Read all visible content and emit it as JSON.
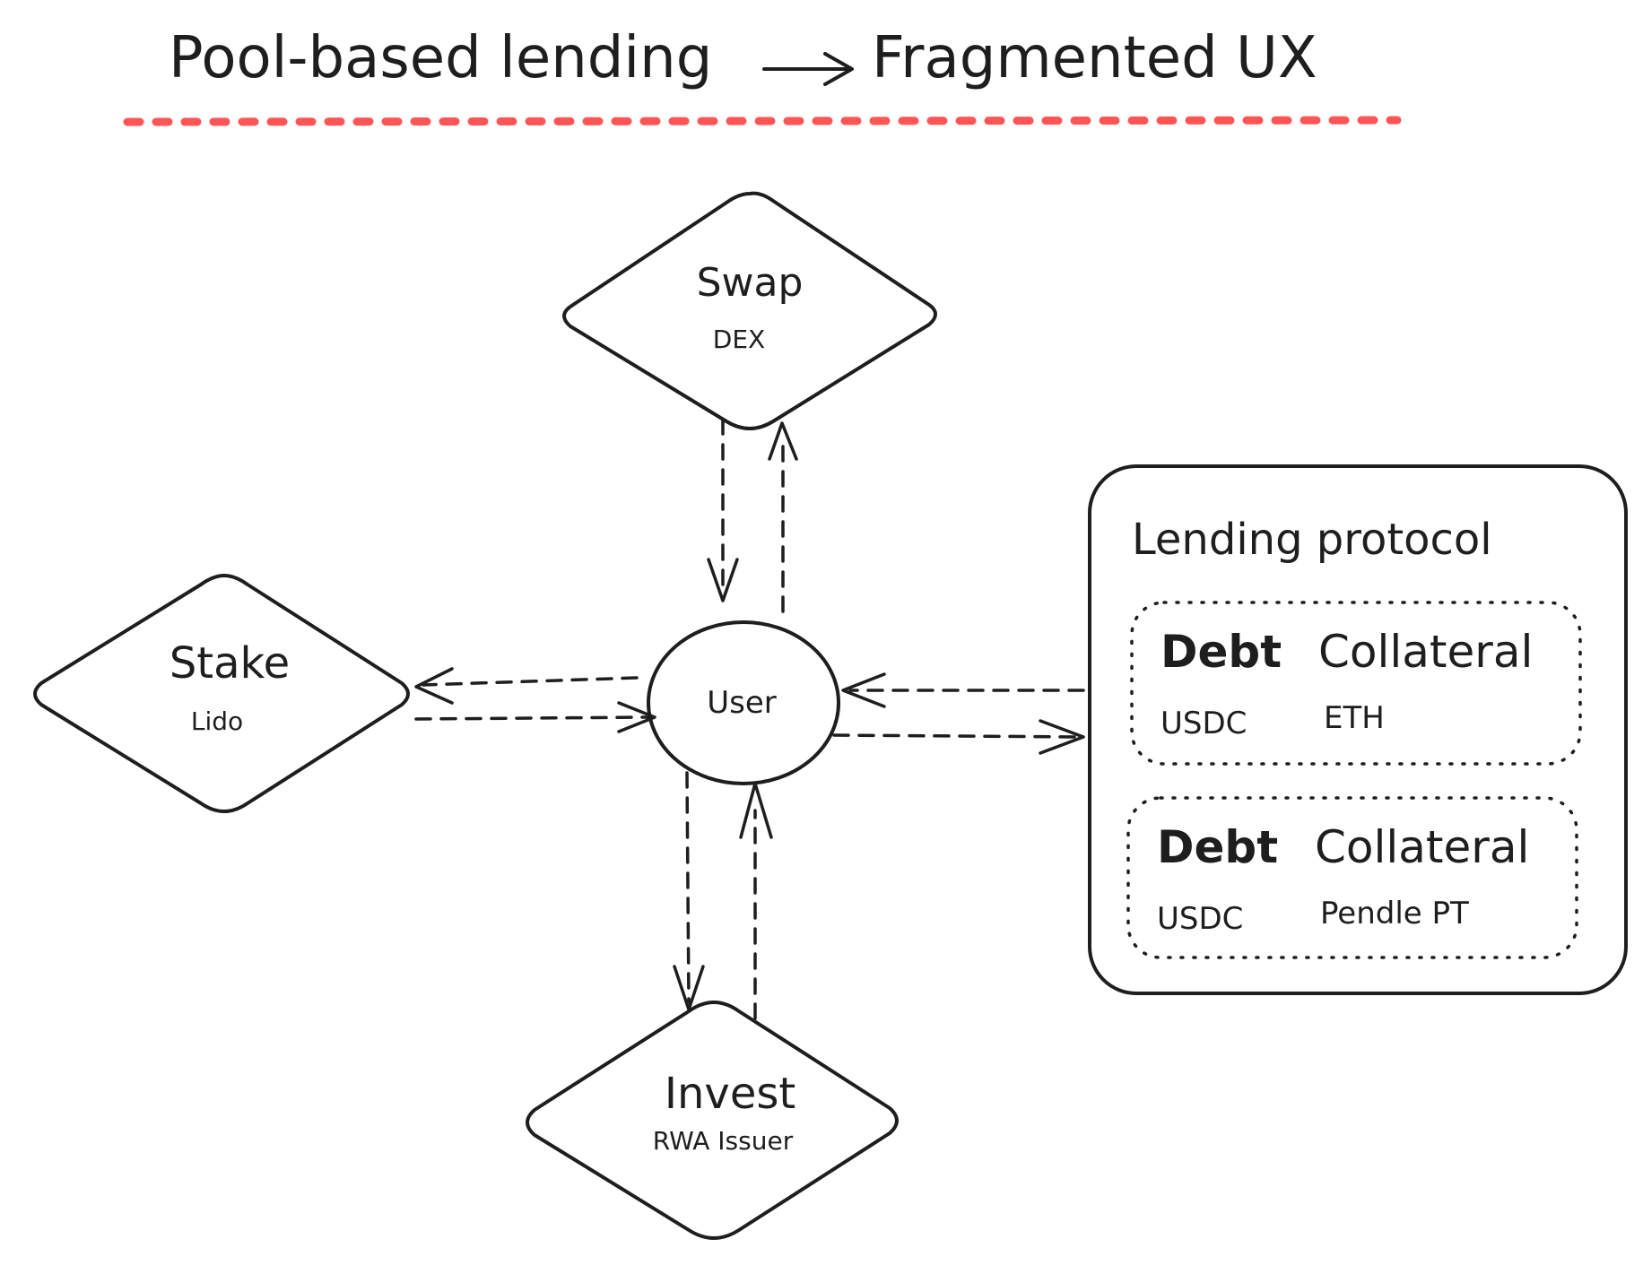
{
  "title": {
    "left": "Pool-based lending",
    "right": "Fragmented UX",
    "underline_color": "#ff5555"
  },
  "nodes": {
    "swap": {
      "label": "Swap",
      "sublabel": "DEX"
    },
    "stake": {
      "label": "Stake",
      "sublabel": "Lido"
    },
    "invest": {
      "label": "Invest",
      "sublabel": "RWA Issuer"
    },
    "user": {
      "label": "User"
    }
  },
  "lending": {
    "title": "Lending protocol",
    "markets": [
      {
        "debt_header": "Debt",
        "collateral_header": "Collateral",
        "debt": "USDC",
        "collateral": "ETH"
      },
      {
        "debt_header": "Debt",
        "collateral_header": "Collateral",
        "debt": "USDC",
        "collateral": "Pendle PT"
      }
    ]
  },
  "colors": {
    "ink": "#1e1e1e",
    "accent_red": "#ff5555"
  }
}
